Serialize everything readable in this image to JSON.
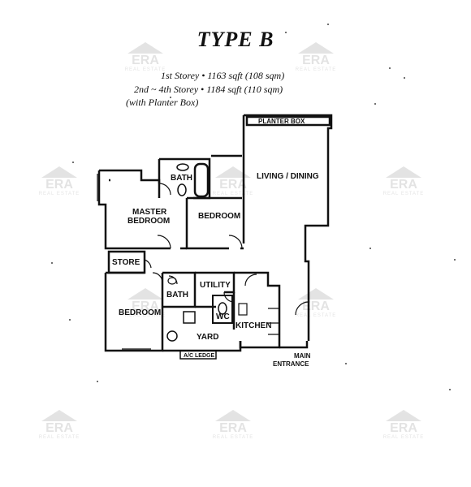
{
  "title": "TYPE B",
  "info": {
    "line1": "1st Storey  •  1163 sqft (108 sqm)",
    "line2": "2nd ~ 4th Storey  •  1184 sqft (110 sqm)",
    "line3": "(with Planter Box)"
  },
  "rooms": {
    "planter_box": "PLANTER BOX",
    "living_dining": "LIVING / DINING",
    "bath_top": "BATH",
    "master_bedroom_1": "MASTER",
    "master_bedroom_2": "BEDROOM",
    "bedroom_mid": "BEDROOM",
    "store": "STORE",
    "bath_bottom": "BATH",
    "utility": "UTILITY",
    "wc": "WC",
    "kitchen": "KITCHEN",
    "bedroom_bottom": "BEDROOM",
    "yard": "YARD",
    "ac_ledge": "A/C LEDGE",
    "main_entrance_1": "MAIN",
    "main_entrance_2": "ENTRANCE"
  },
  "watermark": {
    "text": "ERA",
    "sub": "REAL ESTATE"
  }
}
